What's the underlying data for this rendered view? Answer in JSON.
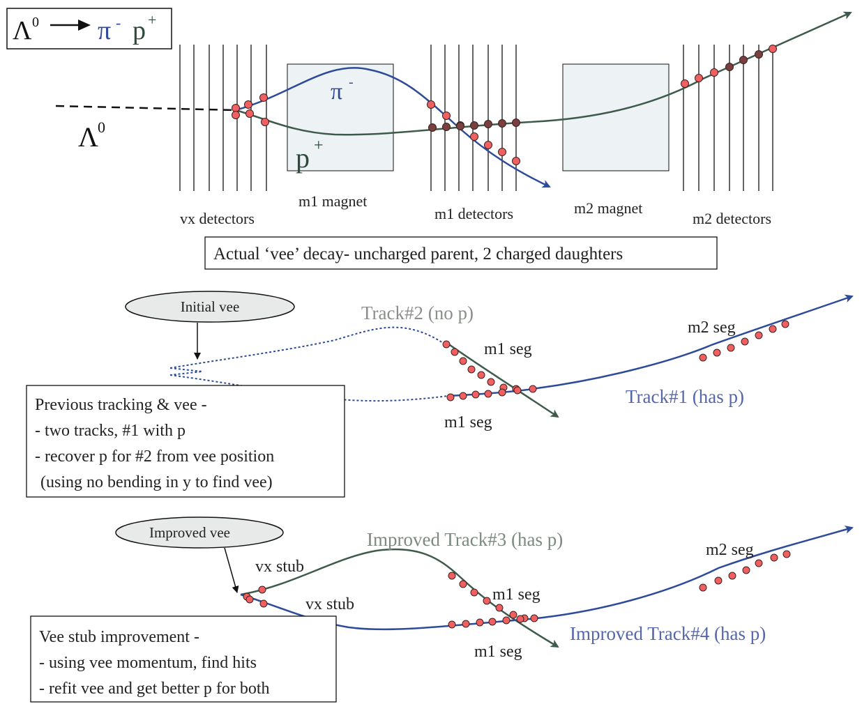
{
  "colors": {
    "green_track": "#3d5a4a",
    "blue_track": "#2e4a9a",
    "hit_fill": "#f06060",
    "hit_dark": "#6b3a3a",
    "magnet_fill": "#edf2f5",
    "gray_text": "#8a8f8a",
    "blue_text": "#5567aa",
    "green_text": "#7c8a80"
  },
  "top": {
    "equation": {
      "lambda": "Λ",
      "lambda_sup": "0",
      "pi": "π",
      "pi_sup": "-",
      "p": "p",
      "p_sup": "+"
    },
    "lambda_label": {
      "base": "Λ",
      "sup": "0"
    },
    "pi_label": {
      "base": "π",
      "sup": "-"
    },
    "p_label": {
      "base": "p",
      "sup": "+"
    },
    "labels": {
      "vx_detectors": "vx detectors",
      "m1_magnet": "m1 magnet",
      "m1_detectors": "m1 detectors",
      "m2_magnet": "m2 magnet",
      "m2_detectors": "m2 detectors"
    },
    "caption": "Actual ‘vee’ decay- uncharged parent, 2 charged daughters"
  },
  "middle": {
    "ellipse_label": "Initial vee",
    "track2": "Track#2 (no p)",
    "track1": "Track#1 (has p)",
    "m1_seg_upper": "m1 seg",
    "m1_seg_lower": "m1 seg",
    "m2_seg": "m2 seg",
    "box_lines": [
      "Previous tracking & vee -",
      "- two tracks, #1 with p",
      "- recover p for #2 from vee position",
      "(using no bending in y to find vee)"
    ]
  },
  "bottom": {
    "ellipse_label": "Improved vee",
    "track3": "Improved Track#3 (has p)",
    "track4": "Improved Track#4 (has p)",
    "vx_stub_upper": "vx stub",
    "vx_stub_lower": "vx stub",
    "m1_seg_upper": "m1 seg",
    "m1_seg_lower": "m1 seg",
    "m2_seg": "m2 seg",
    "box_lines": [
      "Vee stub improvement -",
      "- using vee momentum, find hits",
      "- refit vee and get better p for both"
    ]
  }
}
